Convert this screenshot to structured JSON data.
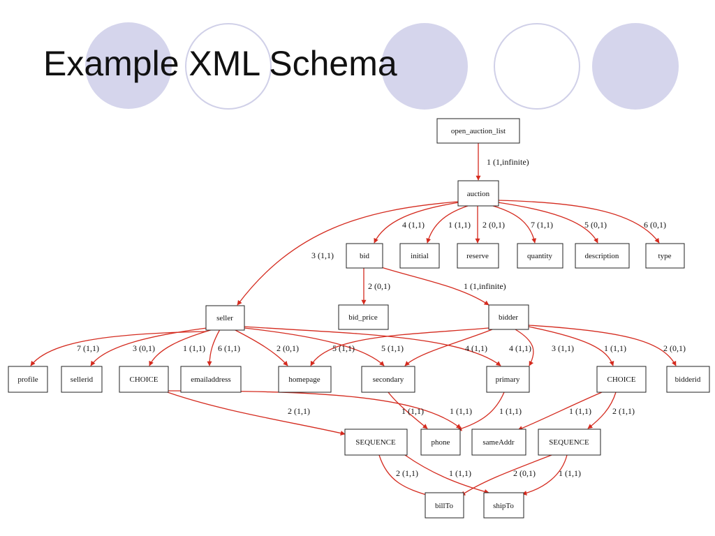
{
  "slide": {
    "title": "Example XML Schema",
    "accent_fill": "#d5d5ec",
    "accent_outline": "#d0d0e8"
  },
  "diagram": {
    "edge_color": "#d42a1e",
    "nodes": {
      "open_auction_list": "open_auction_list",
      "auction": "auction",
      "bid": "bid",
      "initial": "initial",
      "reserve": "reserve",
      "quantity": "quantity",
      "description": "description",
      "type": "type",
      "seller": "seller",
      "bid_price": "bid_price",
      "bidder": "bidder",
      "profile": "profile",
      "sellerid": "sellerid",
      "choice1": "CHOICE",
      "emailaddress": "emailaddress",
      "homepage": "homepage",
      "secondary": "secondary",
      "primary": "primary",
      "choice2": "CHOICE",
      "bidderid": "bidderid",
      "sequence1": "SEQUENCE",
      "phone": "phone",
      "sameAddr": "sameAddr",
      "sequence2": "SEQUENCE",
      "billTo": "billTo",
      "shipTo": "shipTo"
    },
    "labels": {
      "l01": "1 (1,infinite)",
      "l02": "4 (1,1)",
      "l03": "1 (1,1)",
      "l04": "2 (0,1)",
      "l05": "7 (1,1)",
      "l06": "5 (0,1)",
      "l07": "6 (0,1)",
      "l08": "3 (1,1)",
      "l09": "2 (0,1)",
      "l10": "1 (1,infinite)",
      "l11": "7 (1,1)",
      "l12": "3 (0,1)",
      "l13": "1 (1,1)",
      "l14": "6 (1,1)",
      "l15": "2 (0,1)",
      "l16": "5 (1,1)",
      "l17": "5 (1,1)",
      "l18": "4 (1,1)",
      "l19": "4 (1,1)",
      "l20": "3 (1,1)",
      "l21": "1 (1,1)",
      "l22": "2 (0,1)",
      "l23": "2 (1,1)",
      "l24": "1 (1,1)",
      "l25": "1 (1,1)",
      "l26": "1 (1,1)",
      "l27": "1 (1,1)",
      "l28": "2 (1,1)",
      "l29": "2 (1,1)",
      "l30": "1 (1,1)",
      "l31": "2 (0,1)",
      "l32": "1 (1,1)"
    }
  }
}
